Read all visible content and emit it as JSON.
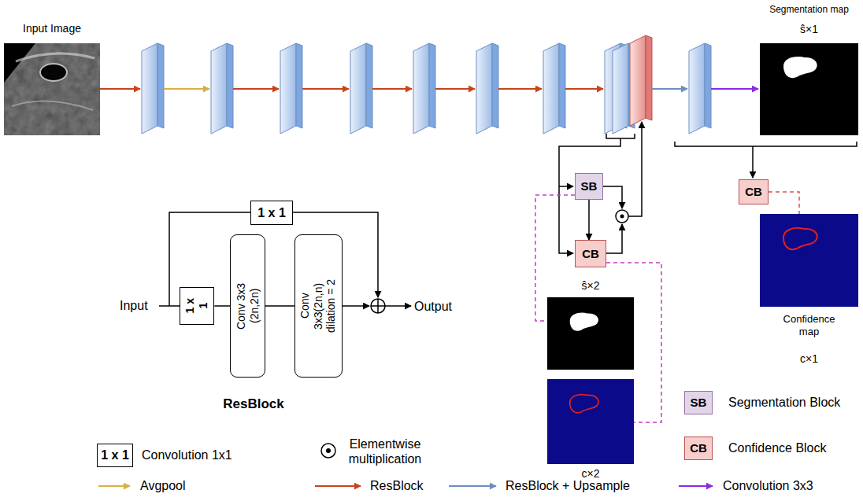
{
  "diagram": {
    "nodes": [
      {
        "text": [
          "Input Image"
        ]
      },
      {
        "text": [
          "Segmentation map",
          "ŝ×1"
        ]
      },
      {
        "text": [
          "CB"
        ]
      },
      {
        "text": [
          "Confidence map",
          "c×1"
        ]
      },
      {
        "text": [
          "SB"
        ]
      },
      {
        "text": [
          "CB"
        ]
      },
      {
        "text": [
          "ŝ×2"
        ]
      },
      {
        "text": [
          "c×2"
        ]
      },
      {
        "text": [
          "1 x 1"
        ]
      },
      {
        "text": [
          "1 x 1"
        ]
      },
      {
        "text": [
          "Conv 3x3 (2n,2n)"
        ]
      },
      {
        "text": [
          "Conv 3x3(2n,n) dilation = 2"
        ]
      },
      {
        "text": [
          "1 x 1"
        ]
      },
      {
        "text": [
          "SB"
        ]
      },
      {
        "text": [
          "CB"
        ]
      }
    ],
    "edges": [
      {
        "from": 4,
        "to": 5,
        "arrow": "to"
      },
      {
        "from": 4,
        "to": 6,
        "arrow": "none"
      },
      {
        "from": 5,
        "to": 7,
        "arrow": "none"
      },
      {
        "from": 2,
        "to": 3,
        "arrow": "none"
      },
      {
        "from": 9,
        "to": 10,
        "arrow": "none"
      },
      {
        "from": 10,
        "to": 11,
        "arrow": "none"
      }
    ],
    "labels": [
      "Input",
      "Output",
      "ResBlock"
    ],
    "legend": [
      {
        "text": "Convolution 1x1"
      },
      {
        "text": "Elementwise multiplication"
      },
      {
        "text": "Segmentation Block"
      },
      {
        "text": "Confidence Block"
      },
      {
        "text": "Avgpool"
      },
      {
        "text": "ResBlock"
      },
      {
        "text": "ResBlock + Upsample"
      },
      {
        "text": "Convolution 3x3"
      }
    ]
  }
}
